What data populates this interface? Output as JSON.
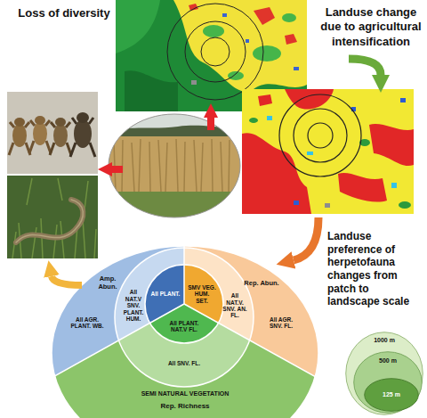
{
  "diagram": {
    "nodes": [
      {
        "text": [
          "Amp. Abun.",
          "All AGR. PLANT. WB."
        ]
      },
      {
        "text": [
          "All NAT.V SNV. PLANT. HUM."
        ]
      },
      {
        "text": [
          "All PLANT."
        ]
      },
      {
        "text": [
          "SMV VEG. HUM. SET."
        ]
      },
      {
        "text": [
          "All NAT.V. SNV. AN. FL."
        ]
      },
      {
        "text": [
          "Rep. Abun.",
          "All AGR. SNV. FL."
        ]
      },
      {
        "text": [
          "All PLANT. NAT.V FL."
        ]
      },
      {
        "text": [
          "All SNV. FL."
        ]
      },
      {
        "text": [
          "SEMI NATURAL VEGETATION",
          "Rep. Richness"
        ]
      },
      {
        "text": [
          "1000 m"
        ]
      },
      {
        "text": [
          "500 m"
        ],
        "in": 9
      },
      {
        "text": [
          "125 m"
        ],
        "in": 10
      }
    ],
    "labels": [
      "Loss of diversity",
      "Landuse change due to agricultural intensification",
      "Landuse preference of herpetofauna changes from patch to landscape scale"
    ]
  }
}
